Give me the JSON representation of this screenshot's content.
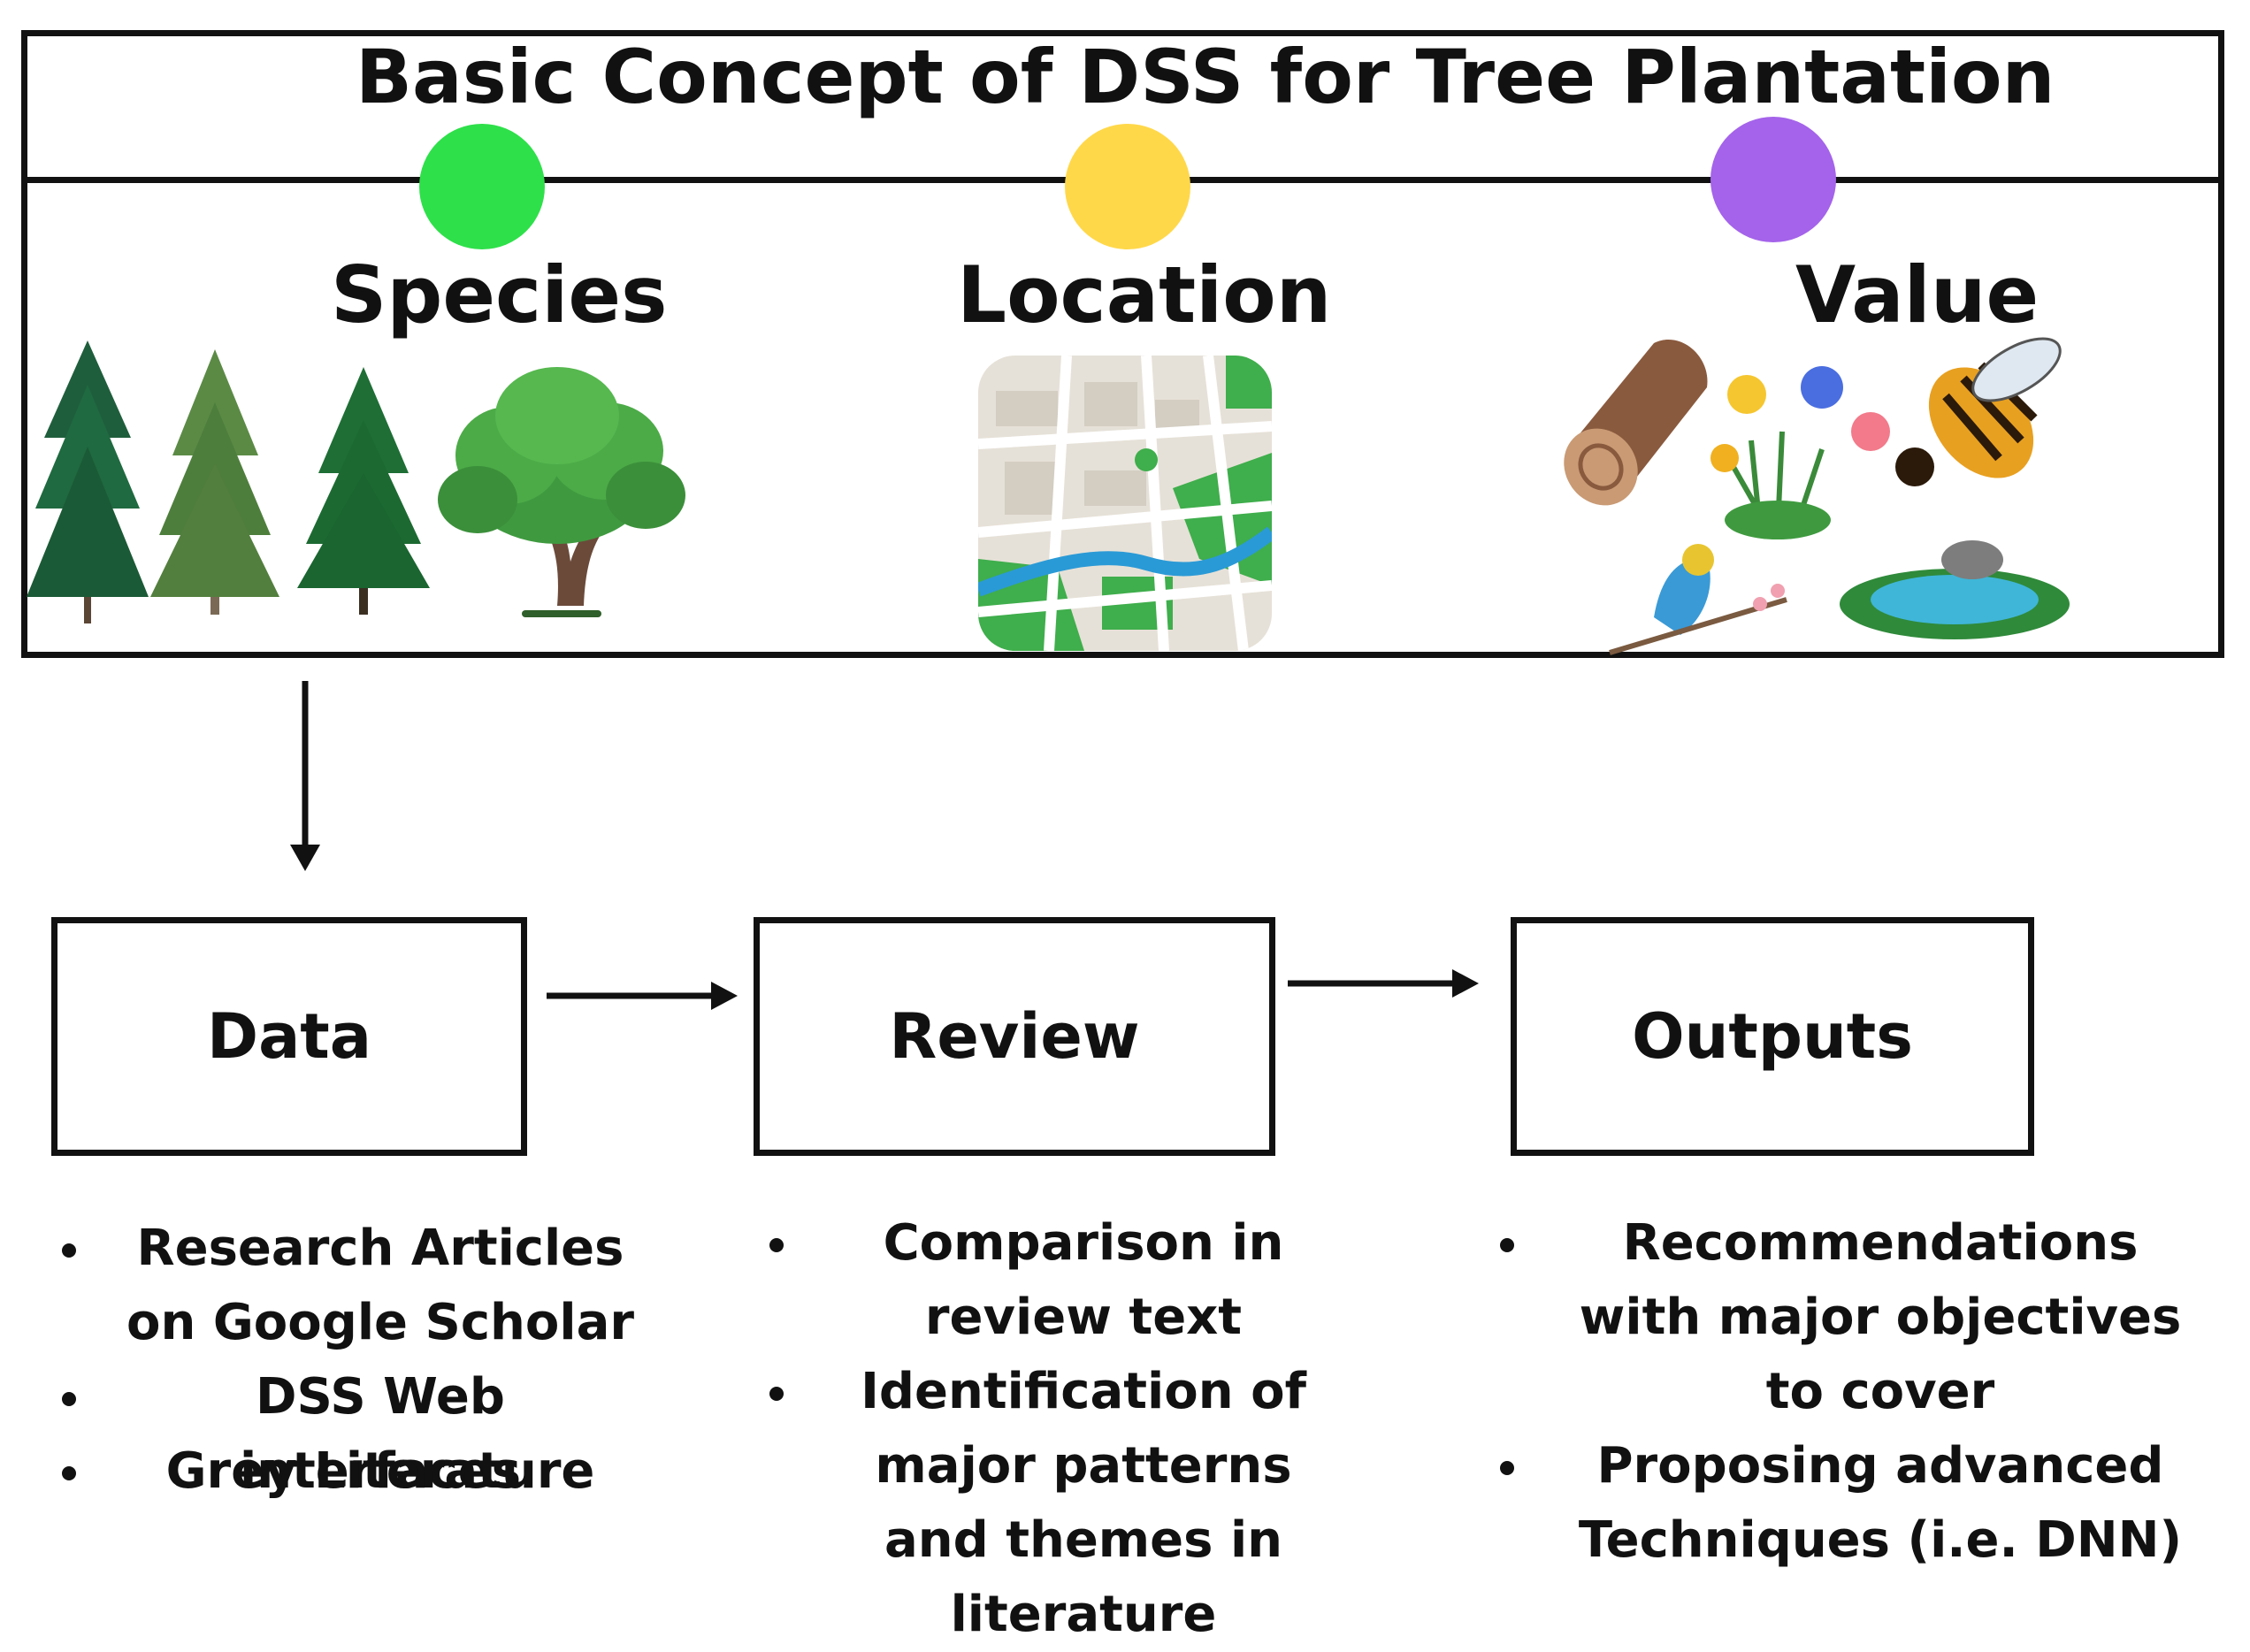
{
  "title": "Basic Concept of DSS for Tree Plantation",
  "categories": [
    {
      "label": "Species",
      "dot_color": "#2ee04a",
      "icon": "trees-icon"
    },
    {
      "label": "Location",
      "dot_color": "#ffd84a",
      "icon": "map-icon"
    },
    {
      "label": "Value",
      "dot_color": "#a463ea",
      "icon": "nature-value-icon"
    }
  ],
  "process": [
    {
      "label": "Data",
      "bullets": [
        "Research Articles on Google Scholar",
        "DSS Web interfaces",
        "Grey Literature"
      ]
    },
    {
      "label": "Review",
      "bullets": [
        "Comparison in review text",
        "Identification of major patterns and themes in literature"
      ]
    },
    {
      "label": "Outputs",
      "bullets": [
        "Recommendations with major objectives to cover",
        "Proposing advanced Techniques (i.e. DNN)"
      ]
    }
  ]
}
